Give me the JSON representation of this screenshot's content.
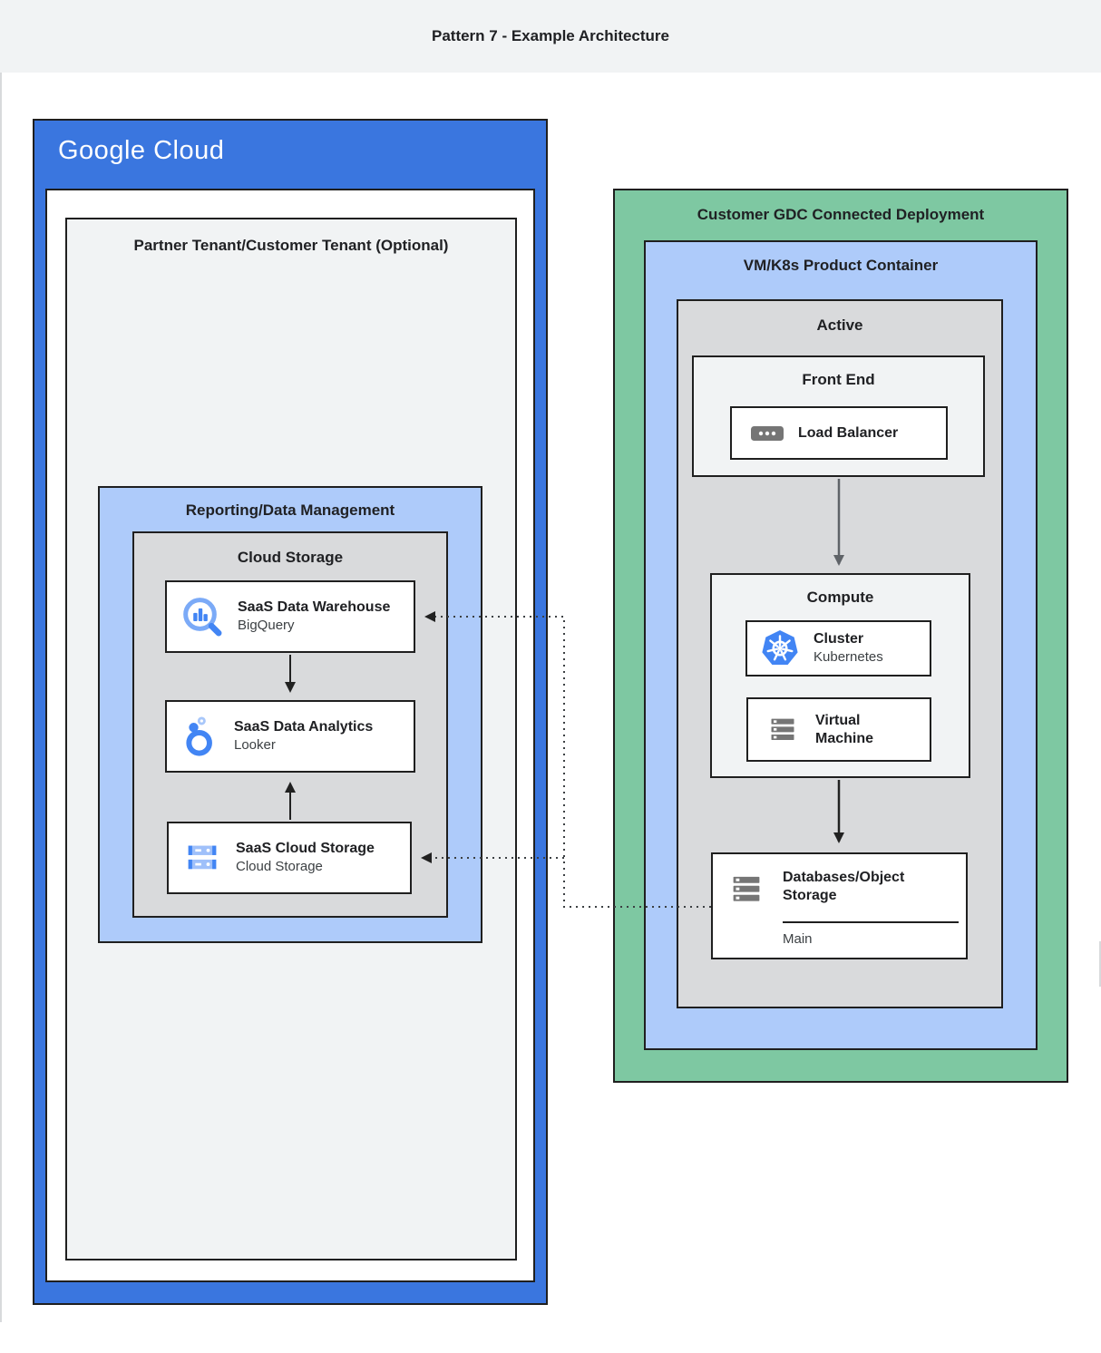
{
  "header": {
    "title": "Pattern 7 - Example Architecture"
  },
  "colors": {
    "google_blue": "#3a76df",
    "light_blue": "#aecbfa",
    "green": "#7ec8a2",
    "panel_gray": "#f1f3f4",
    "inner_gray": "#d9dadc",
    "border": "#1f1f1f",
    "icon_gray": "#757575",
    "brand_blue": "#4285f4",
    "light_brand_blue": "#7baaf7"
  },
  "google_cloud": {
    "logo": {
      "google": "Google",
      "cloud": "Cloud"
    },
    "partner_tenant_label": "Partner Tenant/Customer Tenant (Optional)",
    "reporting_label": "Reporting/Data Management",
    "cloud_storage_label": "Cloud Storage",
    "items": [
      {
        "title": "SaaS Data Warehouse",
        "subtitle": "BigQuery",
        "icon": "bigquery-icon"
      },
      {
        "title": "SaaS Data Analytics",
        "subtitle": "Looker",
        "icon": "looker-icon"
      },
      {
        "title": "SaaS Cloud Storage",
        "subtitle": "Cloud Storage",
        "icon": "cloud-storage-icon"
      }
    ]
  },
  "gdc": {
    "label": "Customer GDC Connected Deployment",
    "container_label": "VM/K8s Product Container",
    "active_label": "Active",
    "front_end": {
      "label": "Front End",
      "item": {
        "title": "Load Balancer",
        "icon": "load-balancer-icon"
      }
    },
    "compute": {
      "label": "Compute",
      "items": [
        {
          "title": "Cluster",
          "subtitle": "Kubernetes",
          "icon": "kubernetes-icon"
        },
        {
          "title": "Virtual Machine",
          "icon": "virtual-machine-icon"
        }
      ]
    },
    "storage": {
      "title": "Databases/Object Storage",
      "section_label": "Main",
      "icon": "databases-icon"
    }
  }
}
